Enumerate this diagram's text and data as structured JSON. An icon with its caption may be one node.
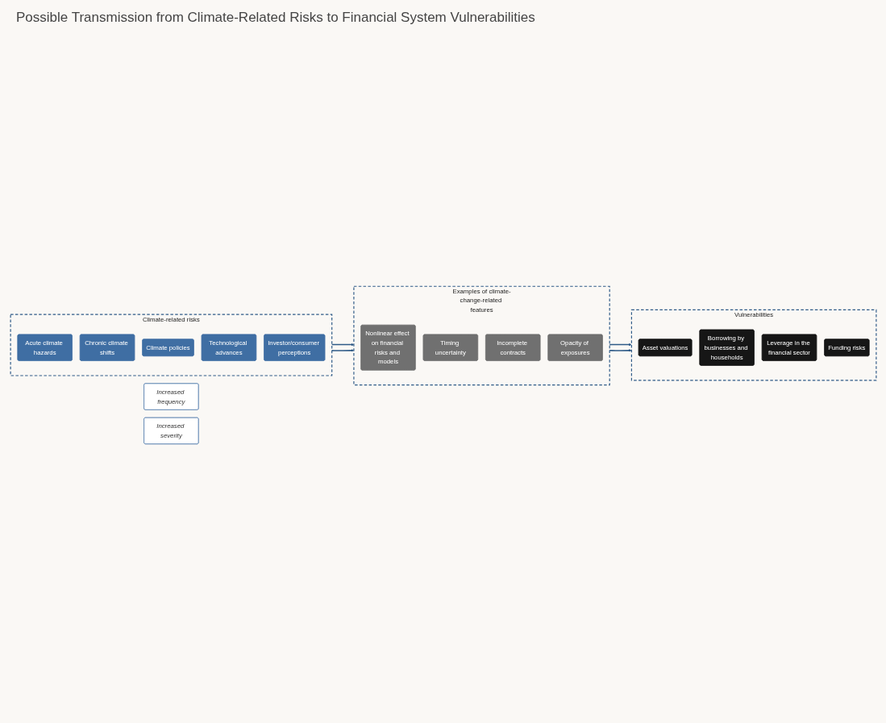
{
  "diagram": {
    "title": "Possible Transmission from Climate-Related Risks to Financial System Vulnerabilities",
    "nodes": [
      {
        "text": [
          "Climate-related risks"
        ]
      },
      {
        "text": [
          "Acute climate hazards"
        ],
        "in": 0
      },
      {
        "text": [
          "Chronic climate shifts"
        ],
        "in": 0
      },
      {
        "text": [
          "Climate policies"
        ],
        "in": 0
      },
      {
        "text": [
          "Technological advances"
        ],
        "in": 0
      },
      {
        "text": [
          "Investor/consumer perceptions"
        ],
        "in": 0
      },
      {
        "text": [
          "Increased frequency"
        ]
      },
      {
        "text": [
          "Increased severity"
        ]
      },
      {
        "text": [
          "Examples of climate-change-related features"
        ]
      },
      {
        "text": [
          "Nonlinear effect on financial risks and models"
        ],
        "in": 8
      },
      {
        "text": [
          "Timing uncertainty"
        ],
        "in": 8
      },
      {
        "text": [
          "Incomplete contracts"
        ],
        "in": 8
      },
      {
        "text": [
          "Opacity of exposures"
        ],
        "in": 8
      },
      {
        "text": [
          "Vulnerabilities"
        ]
      },
      {
        "text": [
          "Asset valuations"
        ],
        "in": 13
      },
      {
        "text": [
          "Borrowing by businesses and households"
        ],
        "in": 13
      },
      {
        "text": [
          "Leverage in the financial sector"
        ],
        "in": 13
      },
      {
        "text": [
          "Funding risks"
        ],
        "in": 13
      }
    ],
    "edges": [
      {
        "from": 0,
        "to": 8,
        "arrow": "to"
      },
      {
        "from": 0,
        "to": 8,
        "arrow": "to"
      },
      {
        "from": 8,
        "to": 13,
        "arrow": "to"
      },
      {
        "from": 8,
        "to": 13,
        "arrow": "to"
      }
    ]
  }
}
